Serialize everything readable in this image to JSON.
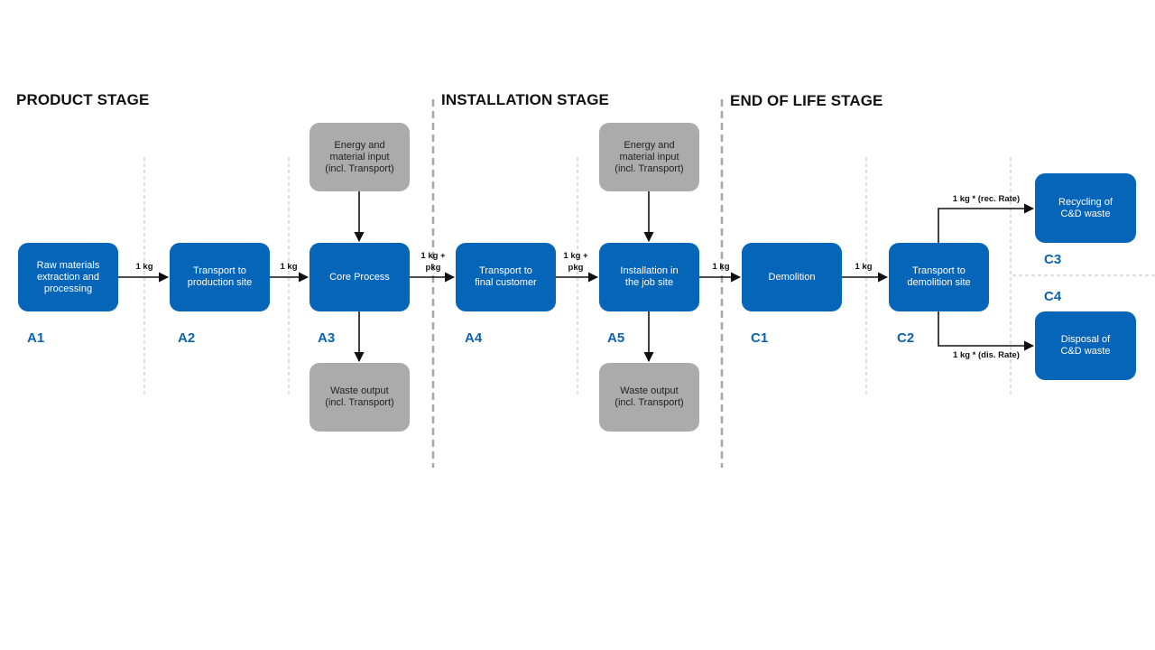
{
  "stages": {
    "product": "PRODUCT STAGE",
    "installation": "INSTALLATION STAGE",
    "end_of_life": "END OF LIFE STAGE"
  },
  "boxes": {
    "a1": "Raw materials\nextraction and\nprocessing",
    "a2": "Transport to\nproduction site",
    "a3": "Core Process",
    "a3_input": "Energy and\nmaterial input\n(incl. Transport)",
    "a3_output": "Waste output\n(incl. Transport)",
    "a4": "Transport to\nfinal customer",
    "a5": "Installation in\nthe job site",
    "a5_input": "Energy and\nmaterial input\n(incl. Transport)",
    "a5_output": "Waste output\n(incl. Transport)",
    "c1": "Demolition",
    "c2": "Transport to\ndemolition site",
    "c3": "Recycling of\nC&D waste",
    "c4": "Disposal of\nC&D waste"
  },
  "codes": {
    "a1": "A1",
    "a2": "A2",
    "a3": "A3",
    "a4": "A4",
    "a5": "A5",
    "c1": "C1",
    "c2": "C2",
    "c3": "C3",
    "c4": "C4"
  },
  "flows": {
    "a1_a2": "1 kg",
    "a2_a3": "1 kg",
    "a3_a4": "1 kg +\npkg",
    "a4_a5": "1 kg +\npkg",
    "a5_c1": "1 kg",
    "c1_c2": "1 kg",
    "c2_c3": "1 kg * (rec. Rate)",
    "c2_c4": "1 kg * (dis. Rate)"
  },
  "colors": {
    "module_box": "#0565b9",
    "auxiliary_box": "#ababab",
    "code_label": "#0b63b3"
  }
}
